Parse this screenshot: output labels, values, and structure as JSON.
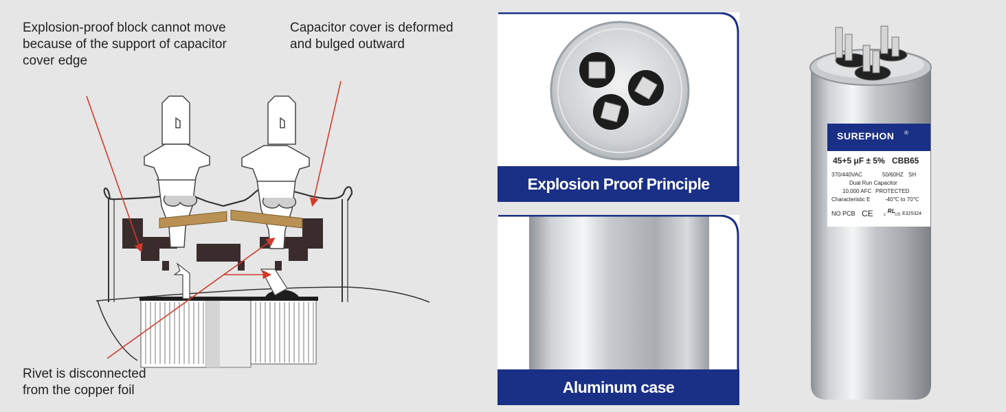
{
  "diagram": {
    "labels": {
      "explosion_block": "Explosion-proof block cannot move\nbecause of the support of capacitor\ncover edge",
      "cover_deformed": "Capacitor cover is deformed\nand bulged outward",
      "rivet": "Rivet is disconnected\nfrom the copper foil"
    },
    "colors": {
      "arrow": "#d13a2a",
      "line": "#444444",
      "dark_block": "#3a2c2c",
      "foil": "#b99155"
    }
  },
  "panels": {
    "top_caption": "Explosion Proof Principle",
    "bottom_caption": "Aluminum case",
    "banner_color": "#1a2f86"
  },
  "product": {
    "brand": "SUREPHON",
    "registered": "®",
    "capacitance": "45+5 μF ± 5%",
    "model": "CBB65",
    "voltage": "370/440VAC",
    "frequency": "50/60HZ",
    "sh": "SH",
    "type": "Dual Run Capacitor",
    "afc": "10,000 AFC",
    "protected": "PROTECTED",
    "characteristic": "Characteristic E",
    "temperature": "-40℃ to 70℃",
    "no_pcb": "NO PCB",
    "ce": "CE",
    "ul_us": "US",
    "ul_c": "c",
    "ul_code": "E325324"
  }
}
